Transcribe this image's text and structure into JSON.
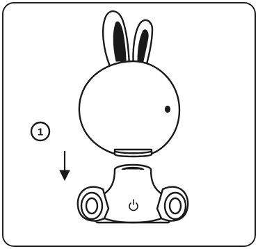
{
  "step": {
    "number": "1"
  },
  "colors": {
    "line": "#1a1a1a",
    "fill": "#ffffff",
    "frame": "#222222"
  },
  "icons": {
    "frame": "rounded-frame",
    "head": "bunny-head",
    "base": "lamp-base",
    "arrow": "down-arrow-icon",
    "power": "power-icon"
  }
}
